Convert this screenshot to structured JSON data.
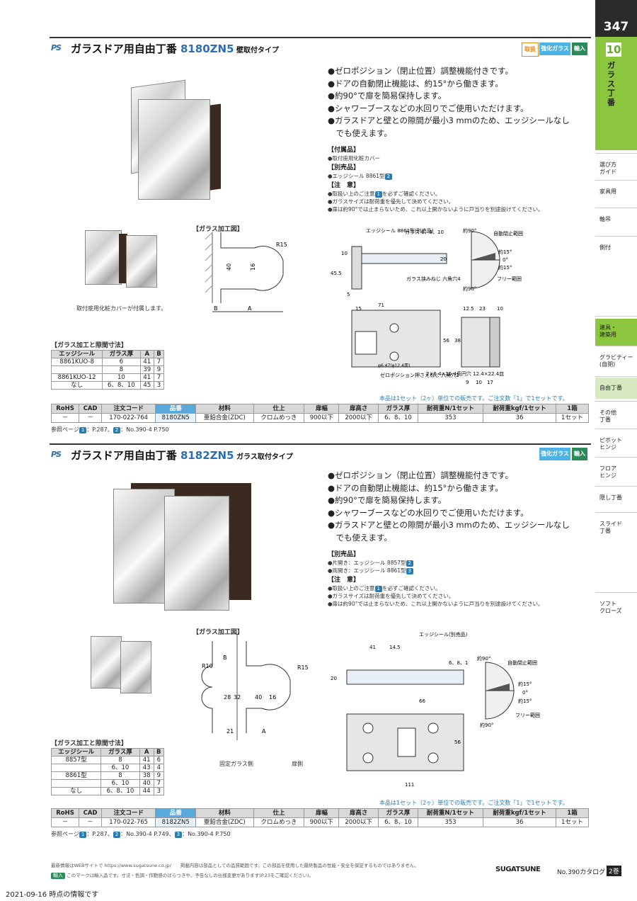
{
  "page": {
    "number": "347",
    "chapter_no": "10",
    "chapter_title": "ガラス丁番",
    "footer_date": "2021-09-16 時点の情報です",
    "footer_line1": "最新情報はWEBサイトで https://www.sugatsune.co.jp/　　掲載内容は部品としての品質範囲です。この部品を使用した最終製品の性能・安全を保証するものではありません。",
    "footer_line2_tag": "輸入",
    "footer_line2": "このマークは輸入品です。寸法・色調・作動感のばらつきや、予告なしの仕様変更があります(P.23をご確認ください)。",
    "brand": "SUGATSUNE",
    "catalog": "No.390カタログ",
    "volume": "2巻"
  },
  "sidebar": [
    "選び方\nガイド",
    "家具用",
    "軸吊",
    "側付",
    "建具・\n建築用",
    "グラビティー\n(自閉)",
    "自由丁番",
    "その他\n丁番",
    "ピボット\nヒンジ",
    "フロア\nヒンジ",
    "隠し丁番",
    "スライド\n丁番",
    "ソフト\nクローズ"
  ],
  "s1": {
    "logo": "PS",
    "title": "ガラスドア用自由丁番 ",
    "code": "8180ZN5",
    "sub": " 壁取付タイプ",
    "badges": [
      "取扱",
      "強化ガラス",
      "輸入"
    ],
    "bullets": [
      "●ゼロポジション（閉止位置）調整機能付きです。",
      "●ドアの自動閉止機能は、約15°から働きます。",
      "●約90°で扉を簡易保持します。",
      "●シャワーブースなどの水回りでご使用いただけます。",
      "●ガラスドアと壁との隙間が最小3 mmのため、エッジシールなし",
      "　でも使えます。"
    ],
    "acc_h": "【付属品】",
    "acc": "●取付座用化粧カバー",
    "opt_h": "【別売品】",
    "opt": "●エッジシール 8861型",
    "opt_tag": "2",
    "caution_h": "【注　意】",
    "cautions": [
      "●取扱い上のご注意",
      "を必ずご確認ください。",
      "●ガラスサイズは耐荷重を優先して決めてください。",
      "●扉は約90°では止まらないため、これ以上開かないように戸当りを別途設けてください。"
    ],
    "caution_tag": "1",
    "caption": "取付座用化粧カバーが付属します。",
    "glass_h": "【ガラス加工図】",
    "gap_h": "【ガラス加工と隙間寸法】",
    "gap_cols": [
      "エッジシール",
      "ガラス厚",
      "A",
      "B"
    ],
    "gap_rows": [
      [
        "8861KUO-8",
        "6",
        "41",
        "7"
      ],
      [
        "",
        "8",
        "39",
        "9"
      ],
      [
        "8861KUO-12",
        "10",
        "41",
        "7"
      ],
      [
        "なし",
        "6、8、10",
        "45",
        "3"
      ]
    ],
    "sale_note": "本品は1セット（2ヶ）単位での販売です。ご注文数「1」で1セットです。",
    "spec_cols": [
      "RoHS",
      "CAD",
      "注文コード",
      "品番",
      "材料",
      "仕上",
      "扉幅",
      "扉高さ",
      "ガラス厚",
      "耐荷重N/1セット",
      "耐荷重kgf/1セット",
      "1箱"
    ],
    "spec_row": [
      "－",
      "－",
      "170-022-764",
      "8180ZN5",
      "亜鉛合金(ZDC)",
      "クロムめっき",
      "900以下",
      "2000以下",
      "6、8、10",
      "353",
      "36",
      "1セット"
    ],
    "ref": "参照ページ",
    "ref_items": [
      "1",
      "：P.287、",
      "2",
      "：No.390-4 P.750"
    ],
    "dims": {
      "edge": "エッジシール\n8861型(別売品)",
      "glass": "ガラス\n6、8、10",
      "screw": "ガラス挟みねじ\n六角穴4",
      "zero": "ゼロポジション押さえねじ\n六角穴2",
      "hole": "2×6.4×16.4長円穴 12.4×22.4皿",
      "d1": "71",
      "d2": "15",
      "d3": "56",
      "d4": "38",
      "d5": "45.5",
      "d6": "10",
      "d7": "20",
      "d8": "5",
      "d9": "12.5",
      "d10": "23",
      "d11": "10",
      "d12": "9",
      "d13": "10",
      "d14": "17",
      "d15": "φ6.47(φ12.4皿)",
      "r": "R15",
      "a": "A",
      "b": "B",
      "h40": "40",
      "h16": "16"
    },
    "range": {
      "a1": "約90°",
      "a2": "自動閉止範囲",
      "a3": "約15°",
      "a4": "0°",
      "a5": "約15°",
      "a6": "フリー範囲",
      "a7": "約90°"
    }
  },
  "s2": {
    "logo": "PS",
    "title": "ガラスドア用自由丁番 ",
    "code": "8182ZN5",
    "sub": " ガラス取付タイプ",
    "badges": [
      "強化ガラス",
      "輸入"
    ],
    "bullets": [
      "●ゼロポジション（閉止位置）調整機能付きです。",
      "●ドアの自動閉止機能は、約15°から働きます。",
      "●約90°で扉を簡易保持します。",
      "●シャワーブースなどの水回りでご使用いただけます。",
      "●ガラスドアと壁との隙間が最小3 mmのため、エッジシールなし",
      "　でも使えます。"
    ],
    "opt_h": "【別売品】",
    "opt": [
      "●片開き：エッジシール 8857型",
      "●両開き：エッジシール 8861型"
    ],
    "opt_tags": [
      "2",
      "3"
    ],
    "caution_h": "【注　意】",
    "cautions": [
      "●取扱い上のご注意",
      "を必ずご確認ください。",
      "●ガラスサイズは耐荷重を優先して決めてください。",
      "●扉は約90°では止まらないため、これ以上開かないように戸当りを別途設けてください。"
    ],
    "caution_tag": "1",
    "glass_h": "【ガラス加工図】",
    "fixed": "固定ガラス側",
    "door": "扉側",
    "gap_h": "【ガラス加工と隙間寸法】",
    "gap_cols": [
      "エッジシール",
      "ガラス厚",
      "A",
      "B"
    ],
    "gap_rows": [
      [
        "8857型",
        "8",
        "41",
        "6"
      ],
      [
        "",
        "6、10",
        "43",
        "4"
      ],
      [
        "8861型",
        "8",
        "38",
        "9"
      ],
      [
        "",
        "6、10",
        "40",
        "7"
      ],
      [
        "なし",
        "6、8、10",
        "44",
        "3"
      ]
    ],
    "sale_note": "本品は1セット（2ヶ）単位での販売です。ご注文数「1」で1セットです。",
    "spec_cols": [
      "RoHS",
      "CAD",
      "注文コード",
      "品番",
      "材料",
      "仕上",
      "扉幅",
      "扉高さ",
      "ガラス厚",
      "耐荷重N/1セット",
      "耐荷重kgf/1セット",
      "1箱"
    ],
    "spec_row": [
      "－",
      "－",
      "170-022-765",
      "8182ZN5",
      "亜鉛合金(ZDC)",
      "クロムめっき",
      "900以下",
      "2000以下",
      "6、8、10",
      "353",
      "36",
      "1セット"
    ],
    "ref": "参照ページ",
    "ref_items": [
      "1",
      "：P.287、",
      "2",
      "：No.390-4 P.749、",
      "3",
      "：No.390-4 P.750"
    ],
    "dims": {
      "edge": "エッジシール(別売品)",
      "d41": "41",
      "d145": "14.5",
      "glass": "6、8、10",
      "d20": "20",
      "d66": "66",
      "d56": "56",
      "d111": "111",
      "r10": "R10",
      "r15": "R15",
      "d28": "28",
      "d32": "32",
      "d40": "40",
      "d16": "16",
      "d21": "21",
      "a": "A",
      "b": "B"
    },
    "range": {
      "a1": "約90°",
      "a2": "自動閉止範囲",
      "a3": "約15°",
      "a4": "0°",
      "a5": "約15°",
      "a6": "フリー範囲",
      "a7": "約90°"
    }
  }
}
